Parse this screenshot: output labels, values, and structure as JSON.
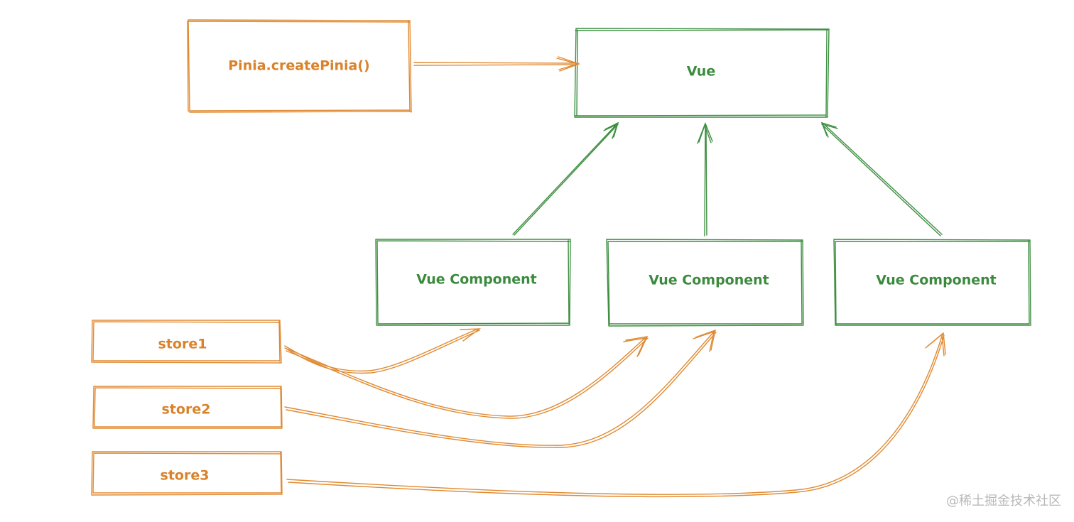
{
  "diagram": {
    "nodes": {
      "pinia": {
        "label": "Pinia.createPinia()",
        "color": "#d9822b"
      },
      "vue": {
        "label": "Vue",
        "color": "#3b8a3e"
      },
      "component1": {
        "label": "Vue Component",
        "color": "#3b8a3e"
      },
      "component2": {
        "label": "Vue Component",
        "color": "#3b8a3e"
      },
      "component3": {
        "label": "Vue Component",
        "color": "#3b8a3e"
      },
      "store1": {
        "label": "store1",
        "color": "#d9822b"
      },
      "store2": {
        "label": "store2",
        "color": "#d9822b"
      },
      "store3": {
        "label": "store3",
        "color": "#d9822b"
      }
    },
    "edges": [
      {
        "from": "pinia",
        "to": "vue"
      },
      {
        "from": "component1",
        "to": "vue"
      },
      {
        "from": "component2",
        "to": "vue"
      },
      {
        "from": "component3",
        "to": "vue"
      },
      {
        "from": "store1",
        "to": "component1"
      },
      {
        "from": "store1",
        "to": "component2"
      },
      {
        "from": "store2",
        "to": "component2"
      },
      {
        "from": "store3",
        "to": "component3"
      }
    ]
  },
  "watermark": "@稀土掘金技术社区"
}
